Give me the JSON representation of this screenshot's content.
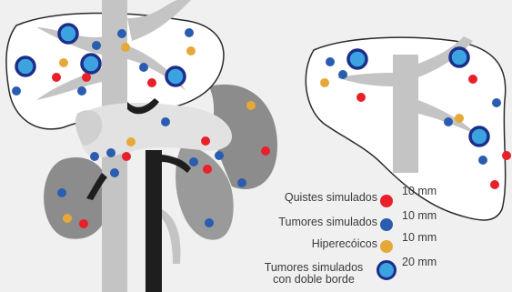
{
  "legend": [
    {
      "label": "Quistes simulados",
      "size": "10 mm",
      "color": "#e8202a",
      "kind": "cyst"
    },
    {
      "label": "Tumores simulados",
      "size": "10 mm",
      "color": "#2a5db0",
      "kind": "tumor"
    },
    {
      "label": "Hiperecóicos",
      "size": "10 mm",
      "color": "#e6a838",
      "kind": "hyperechoic"
    },
    {
      "label_line1": "Tumores simulados",
      "label_line2": "con doble borde",
      "size": "20 mm",
      "color": "#3aa3e0",
      "border": "#1c2e8a",
      "kind": "double-border"
    }
  ],
  "colors": {
    "liver": "#ffffff",
    "outline": "#2a2a2a",
    "vessel": "#c4c4c4",
    "organ_dark": "#8c8c8c",
    "organ_mid": "#a8a8a8",
    "aorta": "#1e1e1e",
    "background": "#f0f0f0"
  }
}
